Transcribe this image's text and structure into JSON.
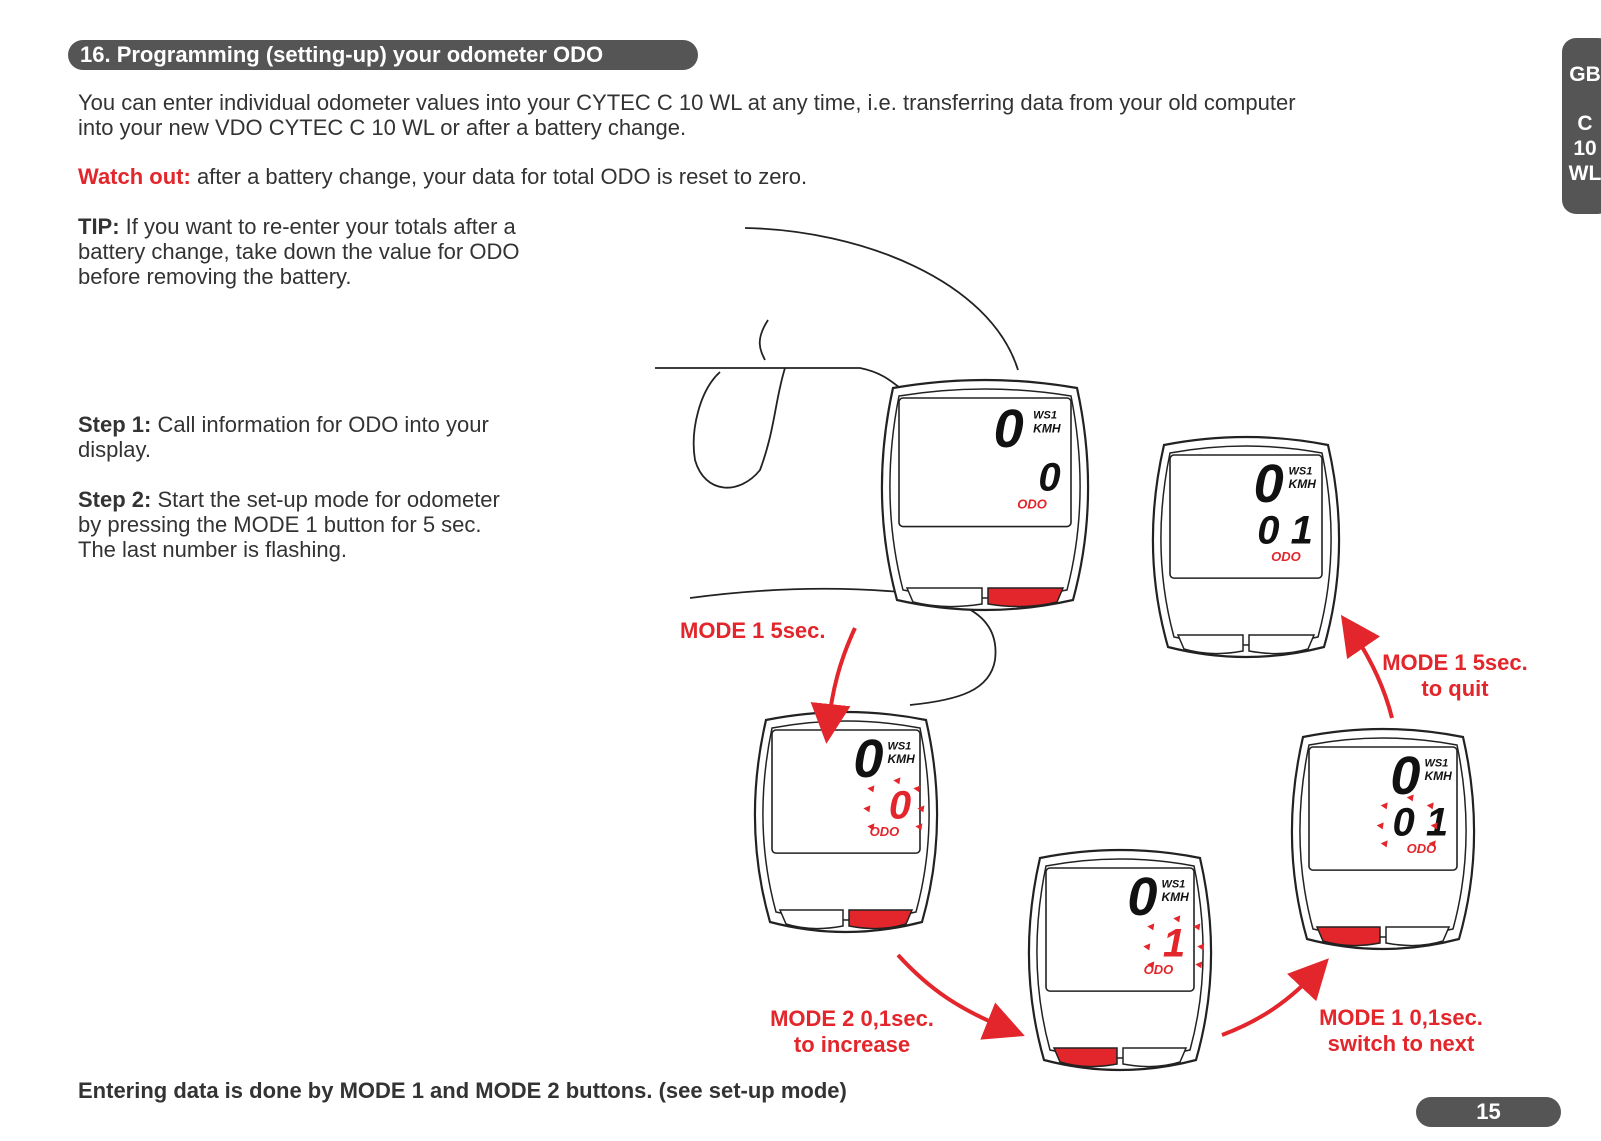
{
  "header": {
    "title": "16. Programming (setting-up) your odometer ODO"
  },
  "side_tab": {
    "lines": [
      "GB",
      "",
      "C",
      "10",
      "WL"
    ]
  },
  "intro": {
    "line1": "You can enter individual odometer values into your CYTEC C 10 WL at any time, i.e. transferring data from your old computer",
    "line2": "into your new VDO CYTEC C 10 WL or after a battery change."
  },
  "watch_out": {
    "label": "Watch out:",
    "text": " after a battery change, your data for total ODO is reset to zero."
  },
  "tip": {
    "label": "TIP:",
    "line1": " If you want to re-enter your totals after a",
    "line2": "battery change, take down the value for ODO",
    "line3": "before removing the battery."
  },
  "step1": {
    "label": "Step 1:",
    "line1": " Call information for ODO into your",
    "line2": "display."
  },
  "step2": {
    "label": "Step 2:",
    "line1": " Start the set-up mode for odometer",
    "line2": "by pressing the MODE 1 button for 5 sec.",
    "line3": "The last number is flashing."
  },
  "mode_labels": {
    "mode1_5sec": "MODE 1  5sec.",
    "mode1_5sec_quit_1": "MODE 1  5sec.",
    "mode1_5sec_quit_2": "to quit",
    "mode2_increase_1": "MODE 2  0,1sec.",
    "mode2_increase_2": "to increase",
    "mode1_next_1": "MODE 1  0,1sec.",
    "mode1_next_2": "switch to next"
  },
  "display": {
    "speed_digit": "0",
    "ws_label": "WS1",
    "unit_label": "KMH",
    "odo_label": "ODO",
    "devices": [
      {
        "odo_value": "0"
      },
      {
        "odo_value": "0 1"
      },
      {
        "odo_value": "0"
      },
      {
        "odo_value": "1"
      },
      {
        "odo_value": "0 1"
      }
    ]
  },
  "footer_note": "Entering data is done by MODE 1 and MODE 2 buttons. (see set-up mode)",
  "page_number": "15",
  "colors": {
    "accent_red": "#e3262b",
    "tab_gray": "#555555"
  }
}
